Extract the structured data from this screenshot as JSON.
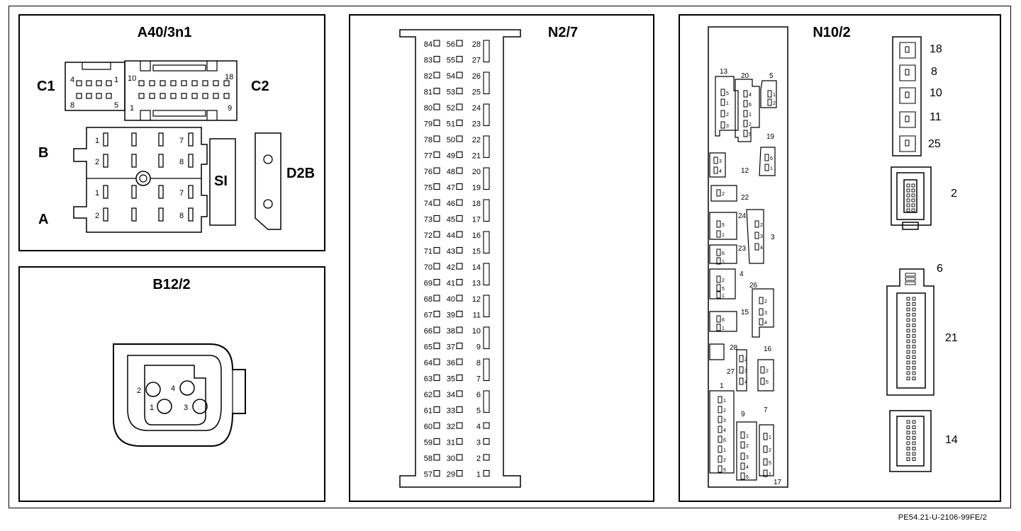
{
  "a40": {
    "title": "A40/3n1",
    "c1_label": "C1",
    "c2_label": "C2",
    "b_label": "B",
    "a_label": "A",
    "si_label": "SI",
    "d2b_label": "D2B",
    "c1_pins": [
      "4",
      "1",
      "8",
      "5"
    ],
    "c2_pins": [
      "10",
      "18",
      "1",
      "9"
    ],
    "fuse_pins": [
      "1",
      "7",
      "2",
      "8"
    ]
  },
  "b12": {
    "title": "B12/2",
    "pins": [
      "2",
      "4",
      "1",
      "3"
    ]
  },
  "n27": {
    "title": "N2/7",
    "col1": [
      "84",
      "83",
      "82",
      "81",
      "80",
      "79",
      "78",
      "77",
      "76",
      "75",
      "74",
      "73",
      "72",
      "71",
      "70",
      "69",
      "68",
      "67",
      "66",
      "65",
      "64",
      "63",
      "62",
      "61",
      "60",
      "59",
      "58",
      "57"
    ],
    "col2": [
      "56",
      "55",
      "54",
      "53",
      "52",
      "51",
      "50",
      "49",
      "48",
      "47",
      "46",
      "45",
      "44",
      "43",
      "42",
      "41",
      "40",
      "39",
      "38",
      "37",
      "36",
      "35",
      "34",
      "33",
      "32",
      "31",
      "30",
      "29"
    ],
    "col3": [
      "28",
      "27",
      "26",
      "25",
      "24",
      "23",
      "22",
      "21",
      "20",
      "19",
      "18",
      "17",
      "16",
      "15",
      "14",
      "13",
      "12",
      "11",
      "10",
      "9",
      "8",
      "7",
      "6",
      "5",
      "4",
      "3",
      "2",
      "1"
    ]
  },
  "n102": {
    "title": "N10/2",
    "block_labels": [
      "13",
      "20",
      "5",
      "19",
      "12",
      "22",
      "24",
      "3",
      "23",
      "4",
      "26",
      "15",
      "28",
      "16",
      "27",
      "1",
      "9",
      "7",
      "17"
    ],
    "right_labels": [
      "18",
      "8",
      "10",
      "11",
      "25",
      "2",
      "6",
      "21",
      "14"
    ],
    "tiny_pins": [
      "5",
      "1",
      "2",
      "3",
      "4",
      "6",
      "1",
      "2"
    ]
  },
  "footer": {
    "reference": "PE54.21-U-2106-99FE/2"
  }
}
